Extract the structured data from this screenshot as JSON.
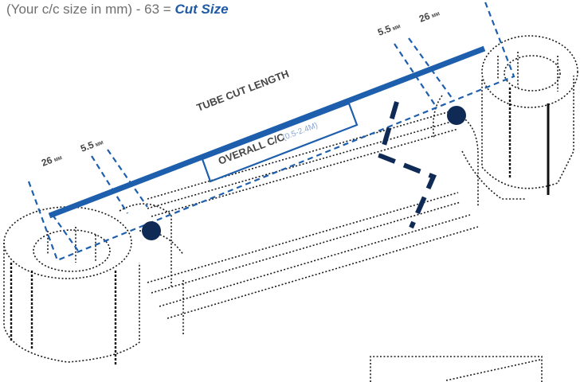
{
  "formula": {
    "prefix": "(Your c/c size in mm) - 63 = ",
    "result": "Cut Size"
  },
  "labels": {
    "tube_cut_length": "TUBE CUT LENGTH",
    "overall_cc": "OVERALL C/C",
    "overall_range": "(0.5-2.4M)",
    "end_left_outer": "26",
    "end_left_inner": "5.5",
    "end_right_inner": "5.5",
    "end_right_outer": "26",
    "unit": "MM"
  },
  "colors": {
    "accent_blue": "#1e5fad",
    "navy": "#0f2a55",
    "formula_gray": "#6f6f6f"
  }
}
